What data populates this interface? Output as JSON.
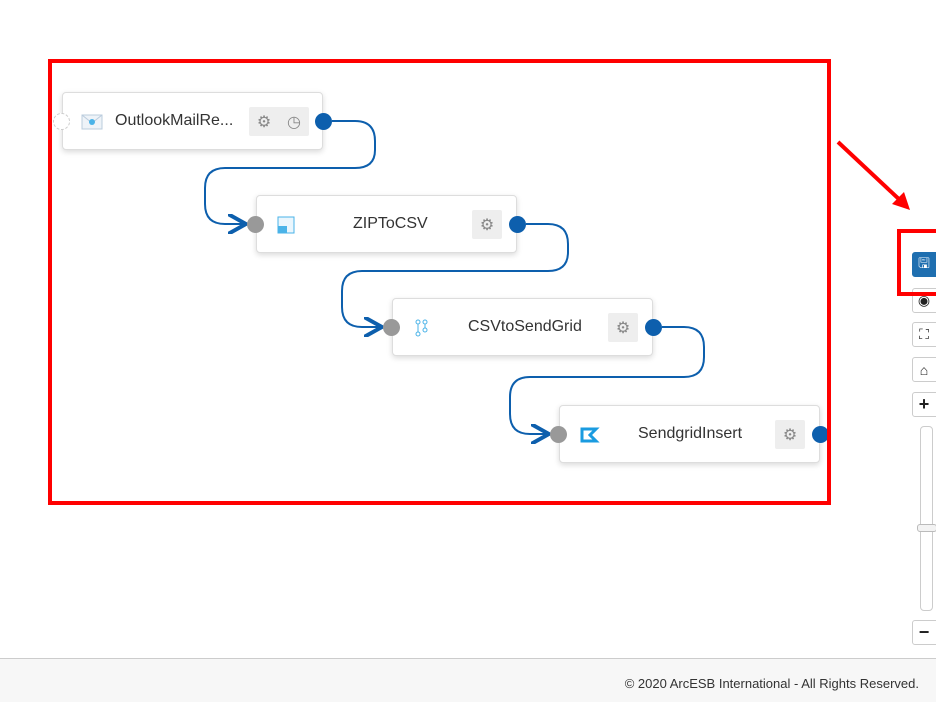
{
  "nodes": [
    {
      "label": "OutlookMailRe...",
      "icon": "mail-icon",
      "actions": [
        "settings",
        "schedule"
      ]
    },
    {
      "label": "ZIPToCSV",
      "icon": "zip-file-icon",
      "actions": [
        "settings"
      ]
    },
    {
      "label": "CSVtoSendGrid",
      "icon": "mapping-icon",
      "actions": [
        "settings"
      ]
    },
    {
      "label": "SendgridInsert",
      "icon": "sendgrid-icon",
      "actions": [
        "settings"
      ]
    }
  ],
  "toolbar": [
    "save",
    "preview",
    "fit-to-screen",
    "home",
    "zoom-in",
    "zoom-slider",
    "zoom-out"
  ],
  "zoom_level_fraction": 0.45,
  "footer": {
    "copyright": "© 2020 ArcESB International - All Rights Reserved."
  },
  "colors": {
    "accent": "#0d5fad",
    "annotation": "#ff0000"
  }
}
